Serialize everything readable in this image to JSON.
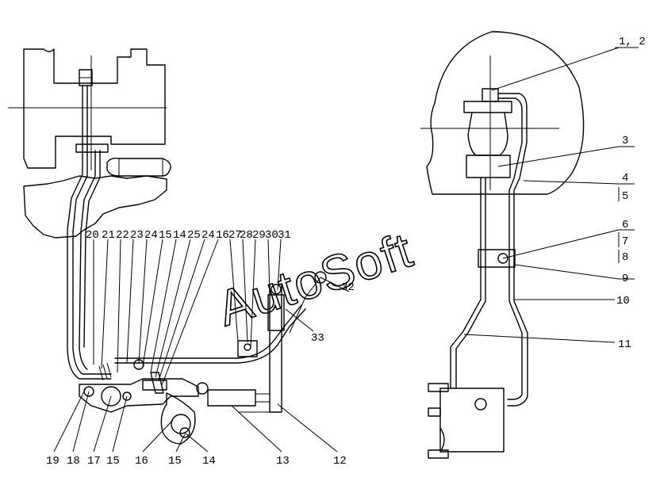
{
  "watermark": "AutoSoft",
  "callouts": [
    {
      "id": "c1-2",
      "text": "1, 2"
    },
    {
      "id": "c3",
      "text": "3"
    },
    {
      "id": "c4",
      "text": "4"
    },
    {
      "id": "c5",
      "text": "5"
    },
    {
      "id": "c6",
      "text": "6"
    },
    {
      "id": "c7",
      "text": "7"
    },
    {
      "id": "c8",
      "text": "8"
    },
    {
      "id": "c9",
      "text": "9"
    },
    {
      "id": "c10",
      "text": "10"
    },
    {
      "id": "c11",
      "text": "11"
    },
    {
      "id": "c12",
      "text": "12"
    },
    {
      "id": "c13",
      "text": "13"
    },
    {
      "id": "c14a",
      "text": "14"
    },
    {
      "id": "c15a",
      "text": "15"
    },
    {
      "id": "c16a",
      "text": "16"
    },
    {
      "id": "c17",
      "text": "17"
    },
    {
      "id": "c18",
      "text": "18"
    },
    {
      "id": "c19",
      "text": "19"
    },
    {
      "id": "c15b",
      "text": "15"
    },
    {
      "id": "c20",
      "text": "20"
    },
    {
      "id": "c21",
      "text": "21"
    },
    {
      "id": "c22",
      "text": "22"
    },
    {
      "id": "c23",
      "text": "23"
    },
    {
      "id": "c24a",
      "text": "24"
    },
    {
      "id": "c15c",
      "text": "15"
    },
    {
      "id": "c14b",
      "text": "14"
    },
    {
      "id": "c25",
      "text": "25"
    },
    {
      "id": "c24b",
      "text": "24"
    },
    {
      "id": "c16b",
      "text": "16"
    },
    {
      "id": "c27",
      "text": "27"
    },
    {
      "id": "c28",
      "text": "28"
    },
    {
      "id": "c29",
      "text": "29"
    },
    {
      "id": "c30",
      "text": "30"
    },
    {
      "id": "c31",
      "text": "31"
    },
    {
      "id": "c32",
      "text": "32"
    },
    {
      "id": "c33",
      "text": "33"
    }
  ]
}
